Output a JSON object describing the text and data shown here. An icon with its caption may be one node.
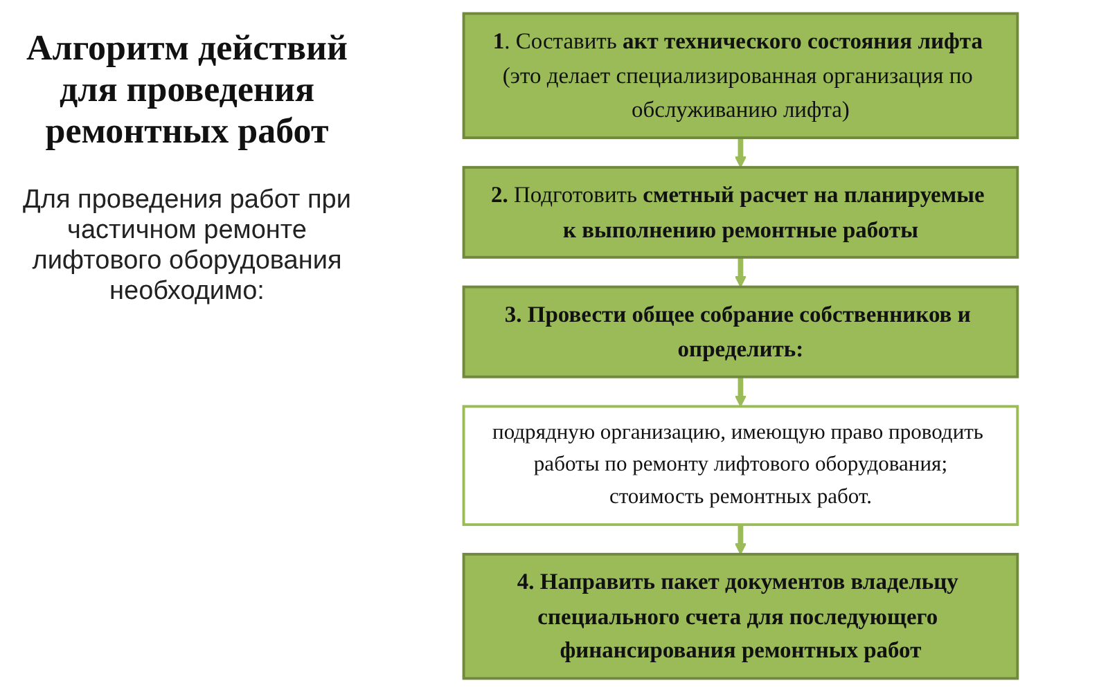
{
  "diagram": {
    "title": "Алгоритм действий для проведения ремонтных работ",
    "nodes": [
      {
        "text": [
          "**1**. Составить **акт технического состояния лифта** (это делает специализированная организация по обслуживанию лифта)"
        ]
      },
      {
        "text": [
          "**2.** Подготовить **сметный расчет на планируемые к выполнению ремонтные работы**"
        ]
      },
      {
        "text": [
          "3. Провести общее собрание собственников и определить:"
        ]
      },
      {
        "text": [
          "подрядную организацию, имеющую право проводить работы по ремонту лифтового оборудования;",
          "стоимость ремонтных работ."
        ]
      },
      {
        "text": [
          "4. Направить пакет документов владельцу специального счета для последующего финансирования ремонтных работ"
        ]
      }
    ],
    "edges": [
      {
        "from": 0,
        "to": 1,
        "arrow": "to"
      },
      {
        "from": 1,
        "to": 2,
        "arrow": "to"
      },
      {
        "from": 2,
        "to": 3,
        "arrow": "to"
      },
      {
        "from": 3,
        "to": 4,
        "arrow": "to"
      }
    ],
    "labels": [
      "Для проведения работ при частичном ремонте лифтового оборудования необходимо:"
    ]
  }
}
